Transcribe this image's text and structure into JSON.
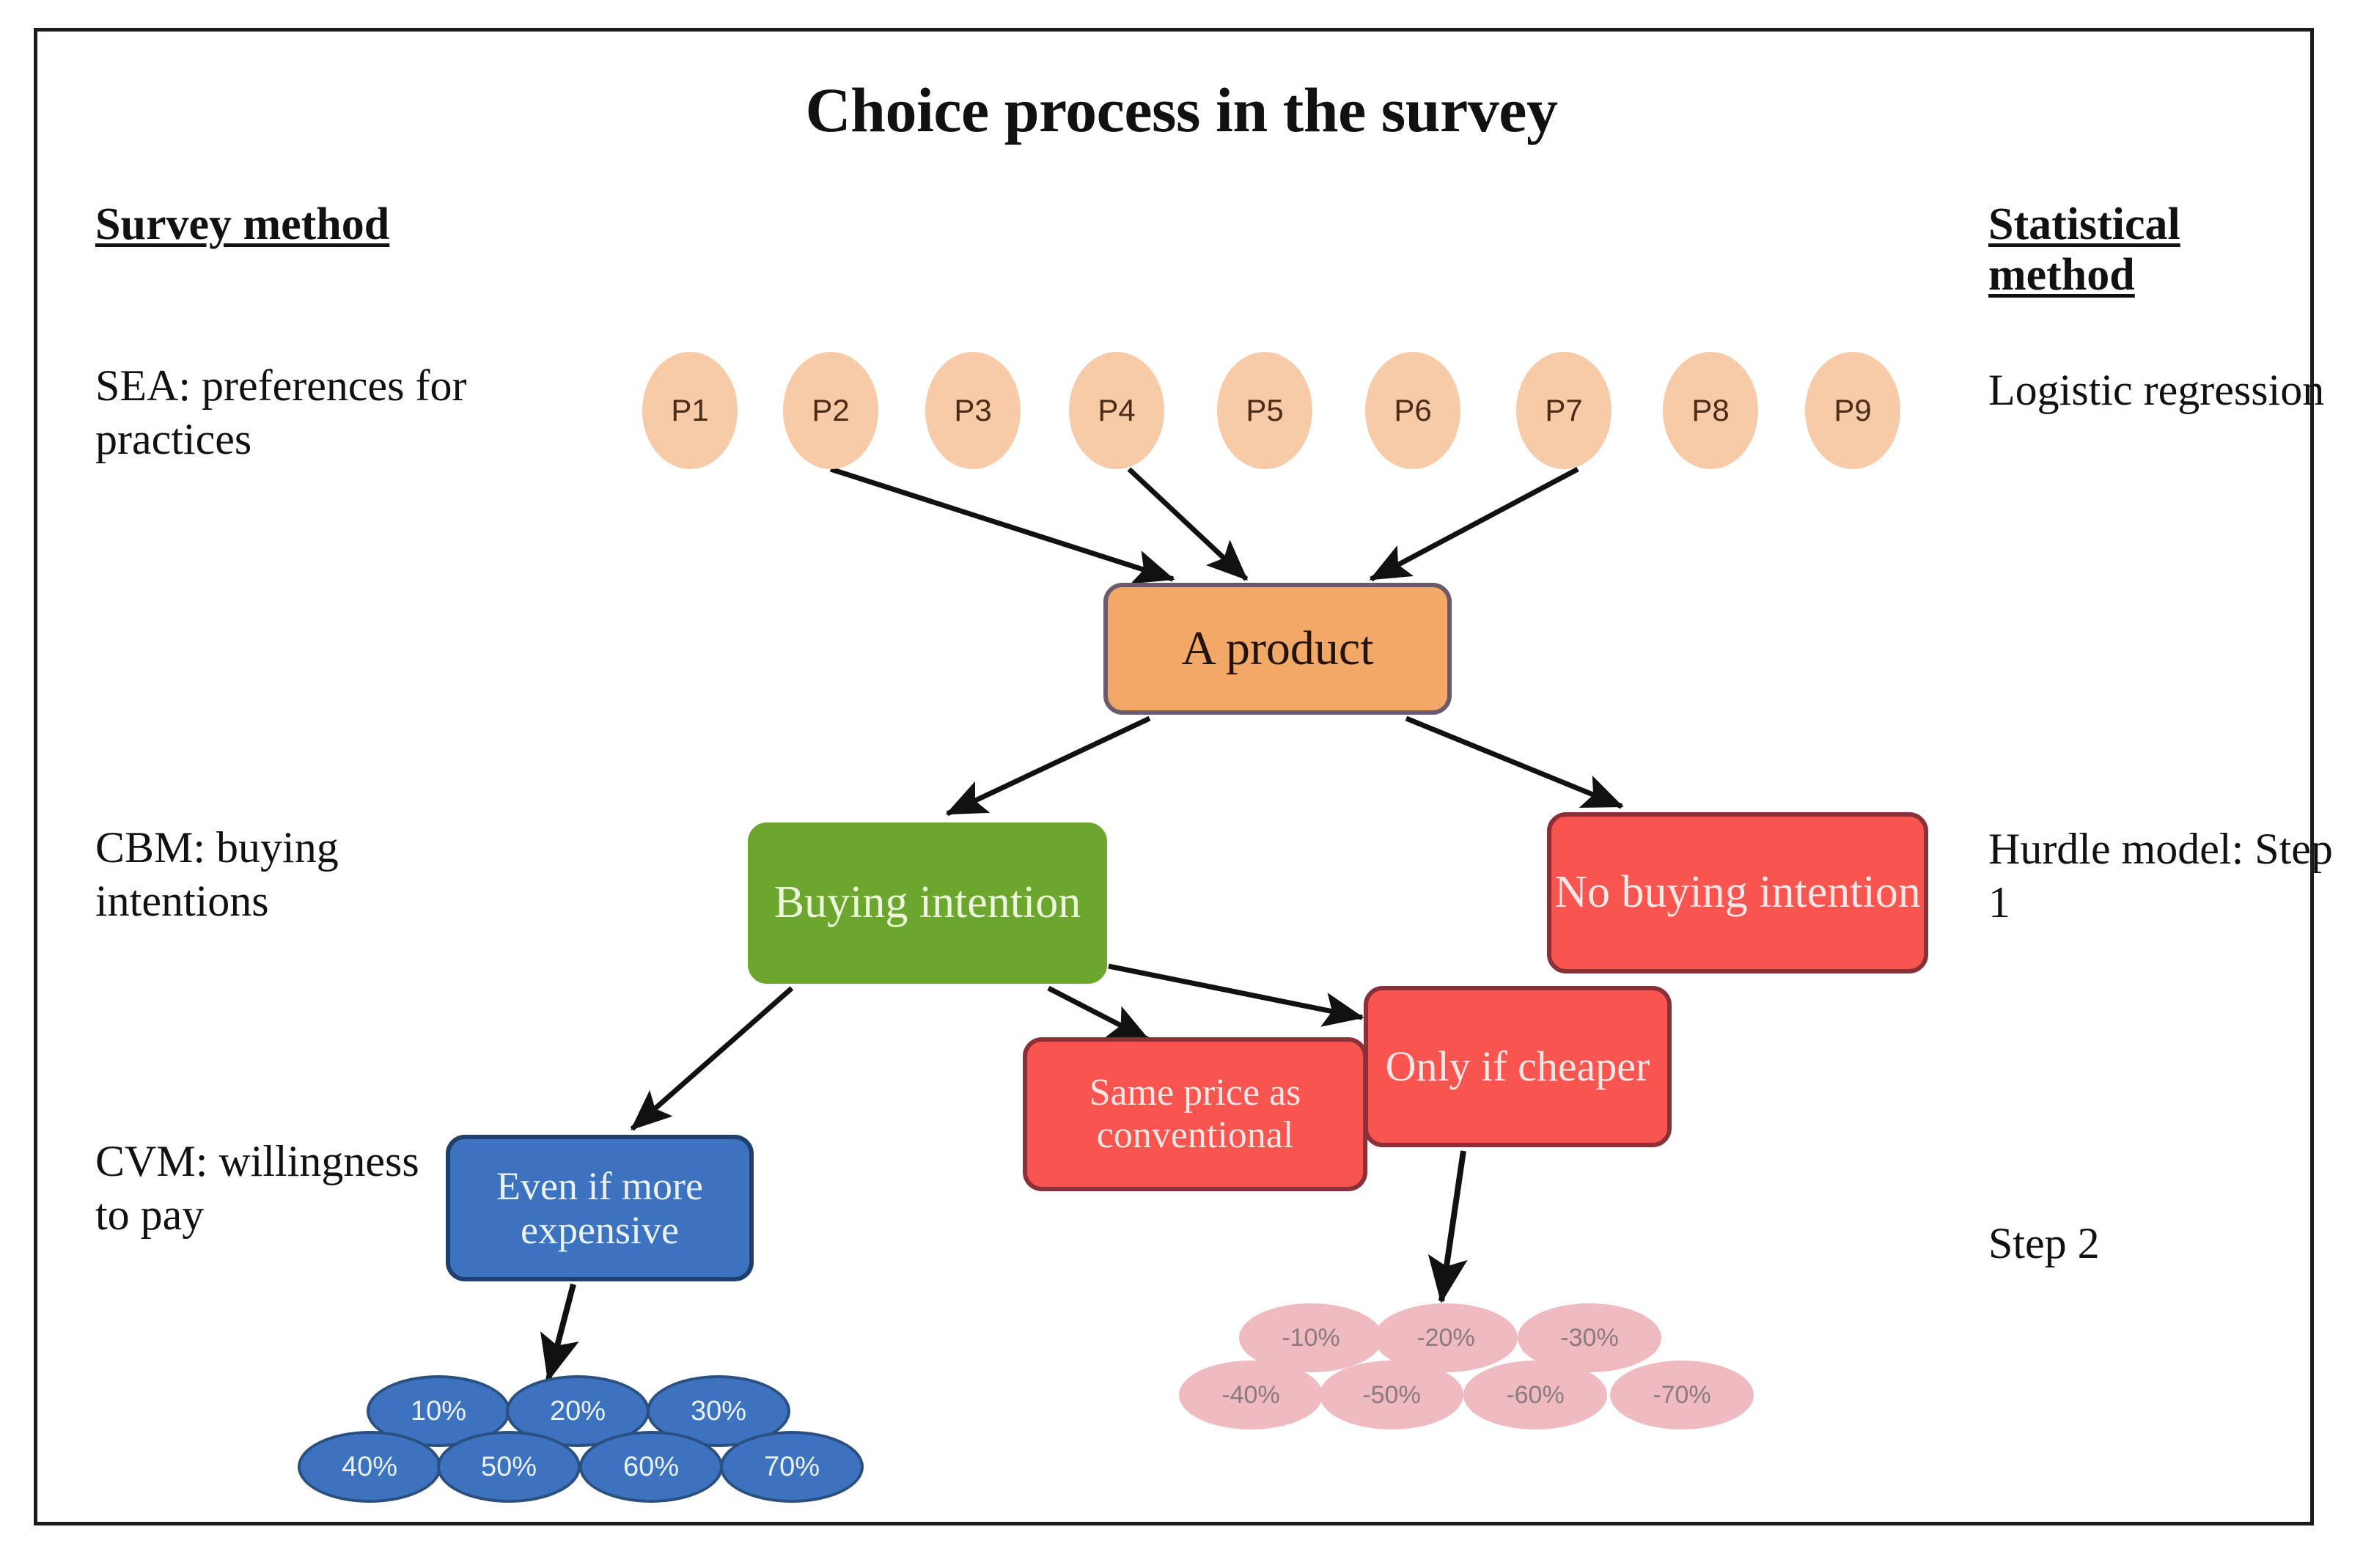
{
  "title": "Choice process in the survey",
  "headers": {
    "left": "Survey method",
    "right_line1": "Statistical",
    "right_line2": "method"
  },
  "row_labels": {
    "sea": "SEA: preferences for practices",
    "cbm": "CBM: buying intentions",
    "cvm": "CVM: willingness to pay",
    "logistic": "Logistic regression",
    "hurdle": "Hurdle model: Step 1",
    "step2": "Step 2"
  },
  "practices": [
    {
      "label": "P1"
    },
    {
      "label": "P2"
    },
    {
      "label": "P3"
    },
    {
      "label": "P4"
    },
    {
      "label": "P5"
    },
    {
      "label": "P6"
    },
    {
      "label": "P7"
    },
    {
      "label": "P8"
    },
    {
      "label": "P9"
    }
  ],
  "nodes": {
    "product": "A product",
    "buying_intention": "Buying intention",
    "no_buying_intention": "No buying intention",
    "only_if_cheaper": "Only if cheaper",
    "same_price": "Same price as conventional",
    "even_if_more_expensive": "Even if more expensive"
  },
  "wtp_positive": [
    {
      "label": "10%"
    },
    {
      "label": "20%"
    },
    {
      "label": "30%"
    },
    {
      "label": "40%"
    },
    {
      "label": "50%"
    },
    {
      "label": "60%"
    },
    {
      "label": "70%"
    }
  ],
  "wtp_negative": [
    {
      "label": "-10%"
    },
    {
      "label": "-20%"
    },
    {
      "label": "-30%"
    },
    {
      "label": "-40%"
    },
    {
      "label": "-50%"
    },
    {
      "label": "-60%"
    },
    {
      "label": "-70%"
    }
  ],
  "colors": {
    "practice_fill": "#F7CBA8",
    "product_fill": "#F2A867",
    "buying_fill": "#6CA62E",
    "no_buying_fill": "#F85550",
    "wtp_positive_fill": "#3C72BE",
    "wtp_negative_fill": "#EFBAC0",
    "frame_border": "#1C1C1C",
    "arrow": "#111111"
  }
}
